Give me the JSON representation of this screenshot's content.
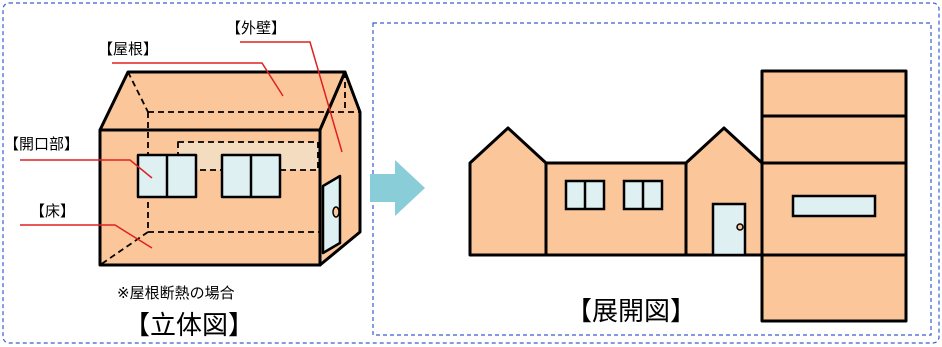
{
  "labels": {
    "roof": "【屋根】",
    "exterior_wall": "【外壁】",
    "opening": "【開口部】",
    "floor": "【床】",
    "note": "※屋根断熱の場合",
    "isometric_title": "【立体図】",
    "development_title": "【展開図】"
  },
  "colors": {
    "wall_fill": "#fbc79a",
    "window_fill": "#dff0f2",
    "hidden_window_fill": "#f3dcc0",
    "frame_dash": "#3b5bd6",
    "leader_line": "#e02020",
    "arrow_fill": "#88cdd8",
    "outline": "#000000"
  }
}
